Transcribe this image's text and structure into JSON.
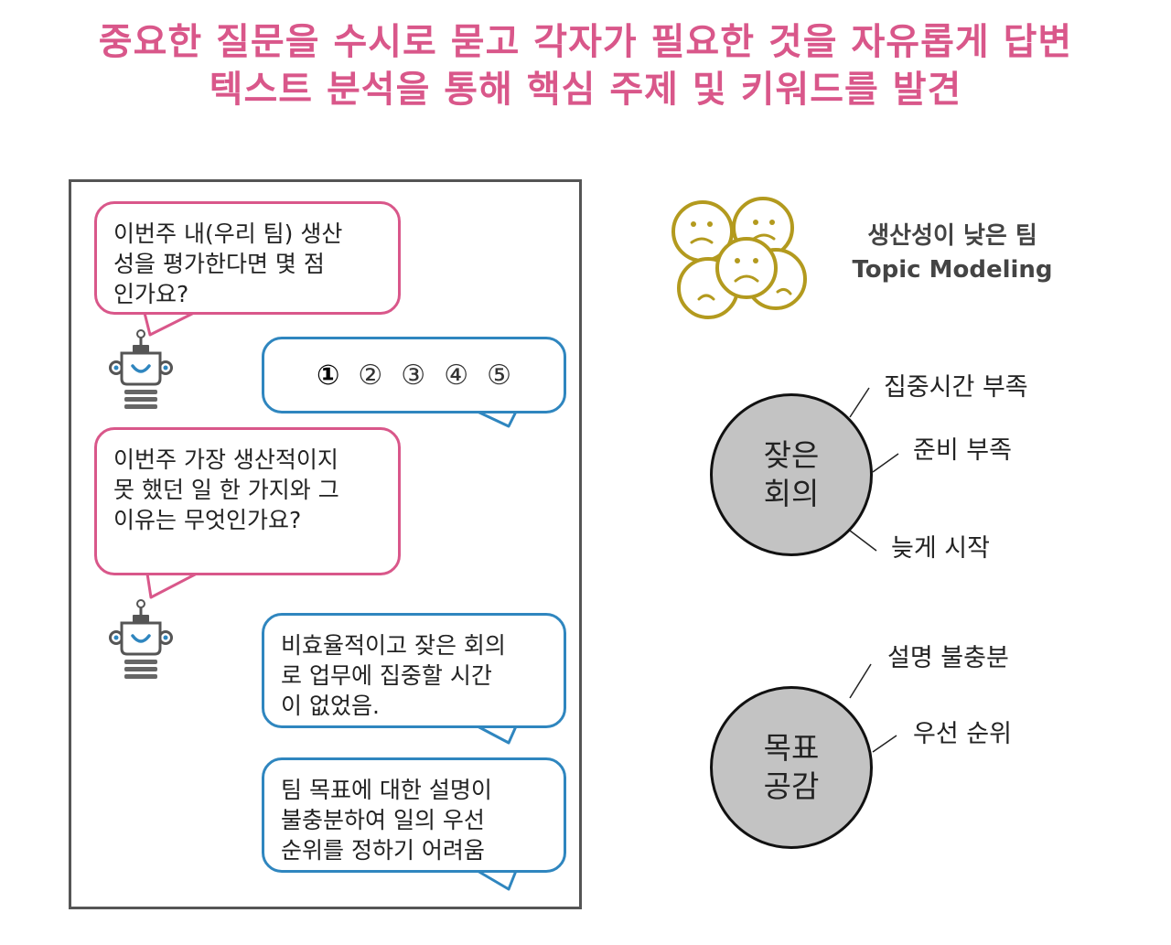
{
  "title": {
    "line1": "중요한 질문을 수시로 묻고 각자가 필요한 것을 자유롭게 답변",
    "line2": "텍스트 분석을 통해 핵심 주제 및 키워드를 발견"
  },
  "chat": {
    "question1": "이번주 내(우리 팀) 생산\n성을 평가한다면 몇 점\n인가요?",
    "rating_options": [
      "①",
      "②",
      "③",
      "④",
      "⑤"
    ],
    "rating_selected_index": 0,
    "question2": "이번주 가장 생산적이지\n못 했던 일 한 가지와 그\n이유는 무엇인가요?",
    "answer1": "비효율적이고 잦은 회의\n로 업무에 집중할 시간\n이 없었음.",
    "answer2": "팀 목표에 대한 설명이\n불충분하여 일의 우선\n순위를 정하기 어려움"
  },
  "topic": {
    "title_line1": "생산성이 낮은 팀",
    "title_line2": "Topic Modeling",
    "clusters": [
      {
        "label": "잦은\n회의",
        "keywords": [
          "집중시간 부족",
          "준비 부족",
          "늦게 시작"
        ]
      },
      {
        "label": "목표\n공감",
        "keywords": [
          "설명 불충분",
          "우선 순위"
        ]
      }
    ]
  },
  "colors": {
    "title": "#d9578a",
    "question_border": "#d9578a",
    "answer_border": "#2f86bf",
    "face": "#b39a1e",
    "circle_fill": "#c3c3c3"
  }
}
